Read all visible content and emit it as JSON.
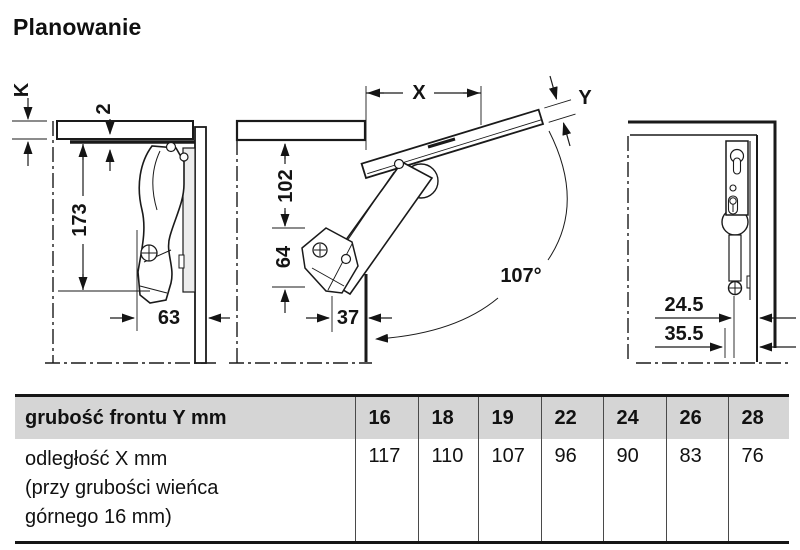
{
  "page": {
    "title": "Planowanie",
    "background": "#ffffff"
  },
  "diagrams": {
    "closed_position": {
      "description": "side view, flap closed",
      "labels": {
        "k": "K",
        "reveal": "2",
        "height": "173",
        "depth": "63"
      }
    },
    "open_position": {
      "description": "side view, flap open",
      "labels": {
        "x": "X",
        "y": "Y",
        "upper": "102",
        "lower": "64",
        "depth": "37",
        "opening_angle": "107°"
      }
    },
    "front_mounting": {
      "description": "front panel mounting plate",
      "labels": {
        "dim_a": "24.5",
        "dim_b": "35.5"
      }
    }
  },
  "table": {
    "header_bg": "#d5d5d5",
    "line_color": "#161616",
    "columns": [
      "grubość frontu Y mm",
      "16",
      "18",
      "19",
      "22",
      "24",
      "26",
      "28"
    ],
    "row": {
      "label_lines": [
        "odległość X mm",
        "(przy grubości wieńca",
        "górnego 16 mm)"
      ],
      "values": [
        "117",
        "110",
        "107",
        "96",
        "90",
        "83",
        "76"
      ]
    }
  }
}
